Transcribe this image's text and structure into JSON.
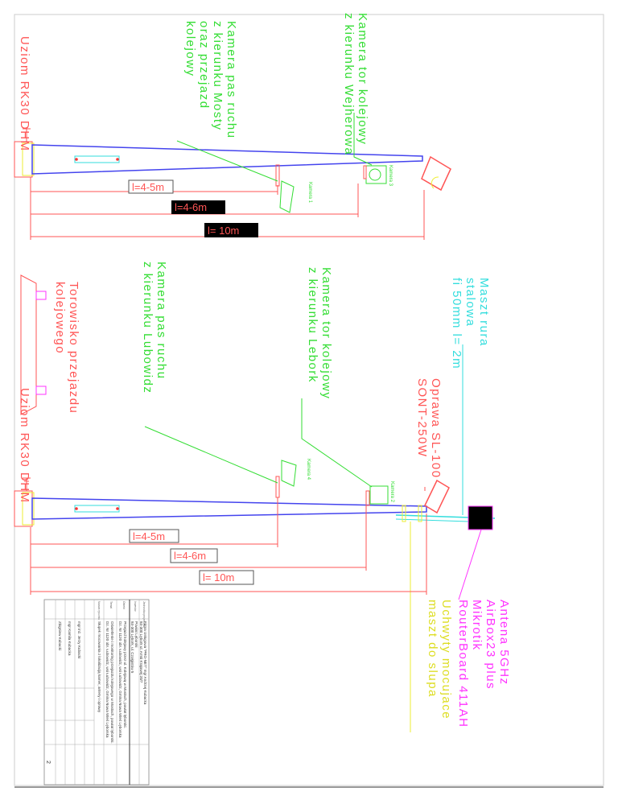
{
  "colors": {
    "green": "#33dd33",
    "red": "#ff5555",
    "blue": "#4444ee",
    "cyan": "#33dddd",
    "magenta": "#ff33ff",
    "yellow": "#eeee33",
    "black": "#000000"
  },
  "top": {
    "camera_track_label": [
      "Kamera tor kolejowy",
      "z kierunku Wejherowa"
    ],
    "camera_lane_label": [
      "Kamera pas ruchu",
      "z kierunku Mosty",
      "oraz przejazd",
      "kolejowy"
    ],
    "ground_label": "Uziom RK30 DHM",
    "camera_3": "Kamera 3",
    "camera_1": "Kamera 1",
    "dim_1": "l=4-5m",
    "dim_2": "l=4-6m",
    "dim_3": "l=  10m"
  },
  "bottom": {
    "mast_label": [
      "Maszt rura",
      "stalowa",
      "fi 50mm l= 2m"
    ],
    "camera_track_label": [
      "Kamera tor kolejowy",
      "z kierunku Lebork"
    ],
    "camera_lane_label": [
      "Kamera pas ruchu",
      "z kierunku Lubowidz"
    ],
    "track_label": [
      "Torowisko przejazdu",
      "kolejowego"
    ],
    "ground_label": "Uziom RK30 DHM",
    "lamp_label": [
      "Oprawa SL-100",
      "SONT-250W"
    ],
    "antenna_label": [
      "Antena 5GHz",
      "AirBox23 plus",
      "Mikrotik",
      "RouterBoard 411AH"
    ],
    "brackets_label": [
      "Uchwyty mocujace",
      "maszt do slupa"
    ],
    "camera_4": "Kamera 4",
    "camera_2": "Kamera 2",
    "dim_1": "l=4-5m",
    "dim_2": "l=4-6m",
    "dim_3": "l=  10m"
  },
  "title_block": {
    "designer_label": "Jednostka projektowa",
    "designer": "Firma Usługowa \"PRO-NET\" mgr Andrzej Kubacka",
    "designer_address": "84-300 Lębork ul. Armii Krajowej 20/7",
    "investor_label": "Inwestor",
    "investor": "Powiat Lęborski",
    "investor_address": "84-300 Lębork, ul. Czołgistów 5",
    "object_label": "Obiekt",
    "object": "Przejazd kolejowy przez ul. Kolejową w Mostach, powiat lęborski.",
    "object_2": "Dz. Nr 1120 obr. Łubowidz, wsi Łubowidz, Gmina Nowa Wieś Lęborska",
    "stage_label": "Temat",
    "stage": "Oświetlenie i monitoring przejazdu kolejowego w Mostach, powiat lęborski.",
    "stage_2": "Dz. Nr 1120 obr. Łubowidz, wsi Łubowidz, Gmina Nowa Wieś Lęborska",
    "drawing_label": "Nazwa rysunku",
    "drawing": "Słupek mocowania z lokalizacją kamer, anteny i oprawy",
    "designer_person": "mgr inż. Jerzy Kubacki",
    "verifier": "mgr Kamila Kubacka",
    "drafter": "Zbigniew Kubacki",
    "sheet": "2"
  }
}
